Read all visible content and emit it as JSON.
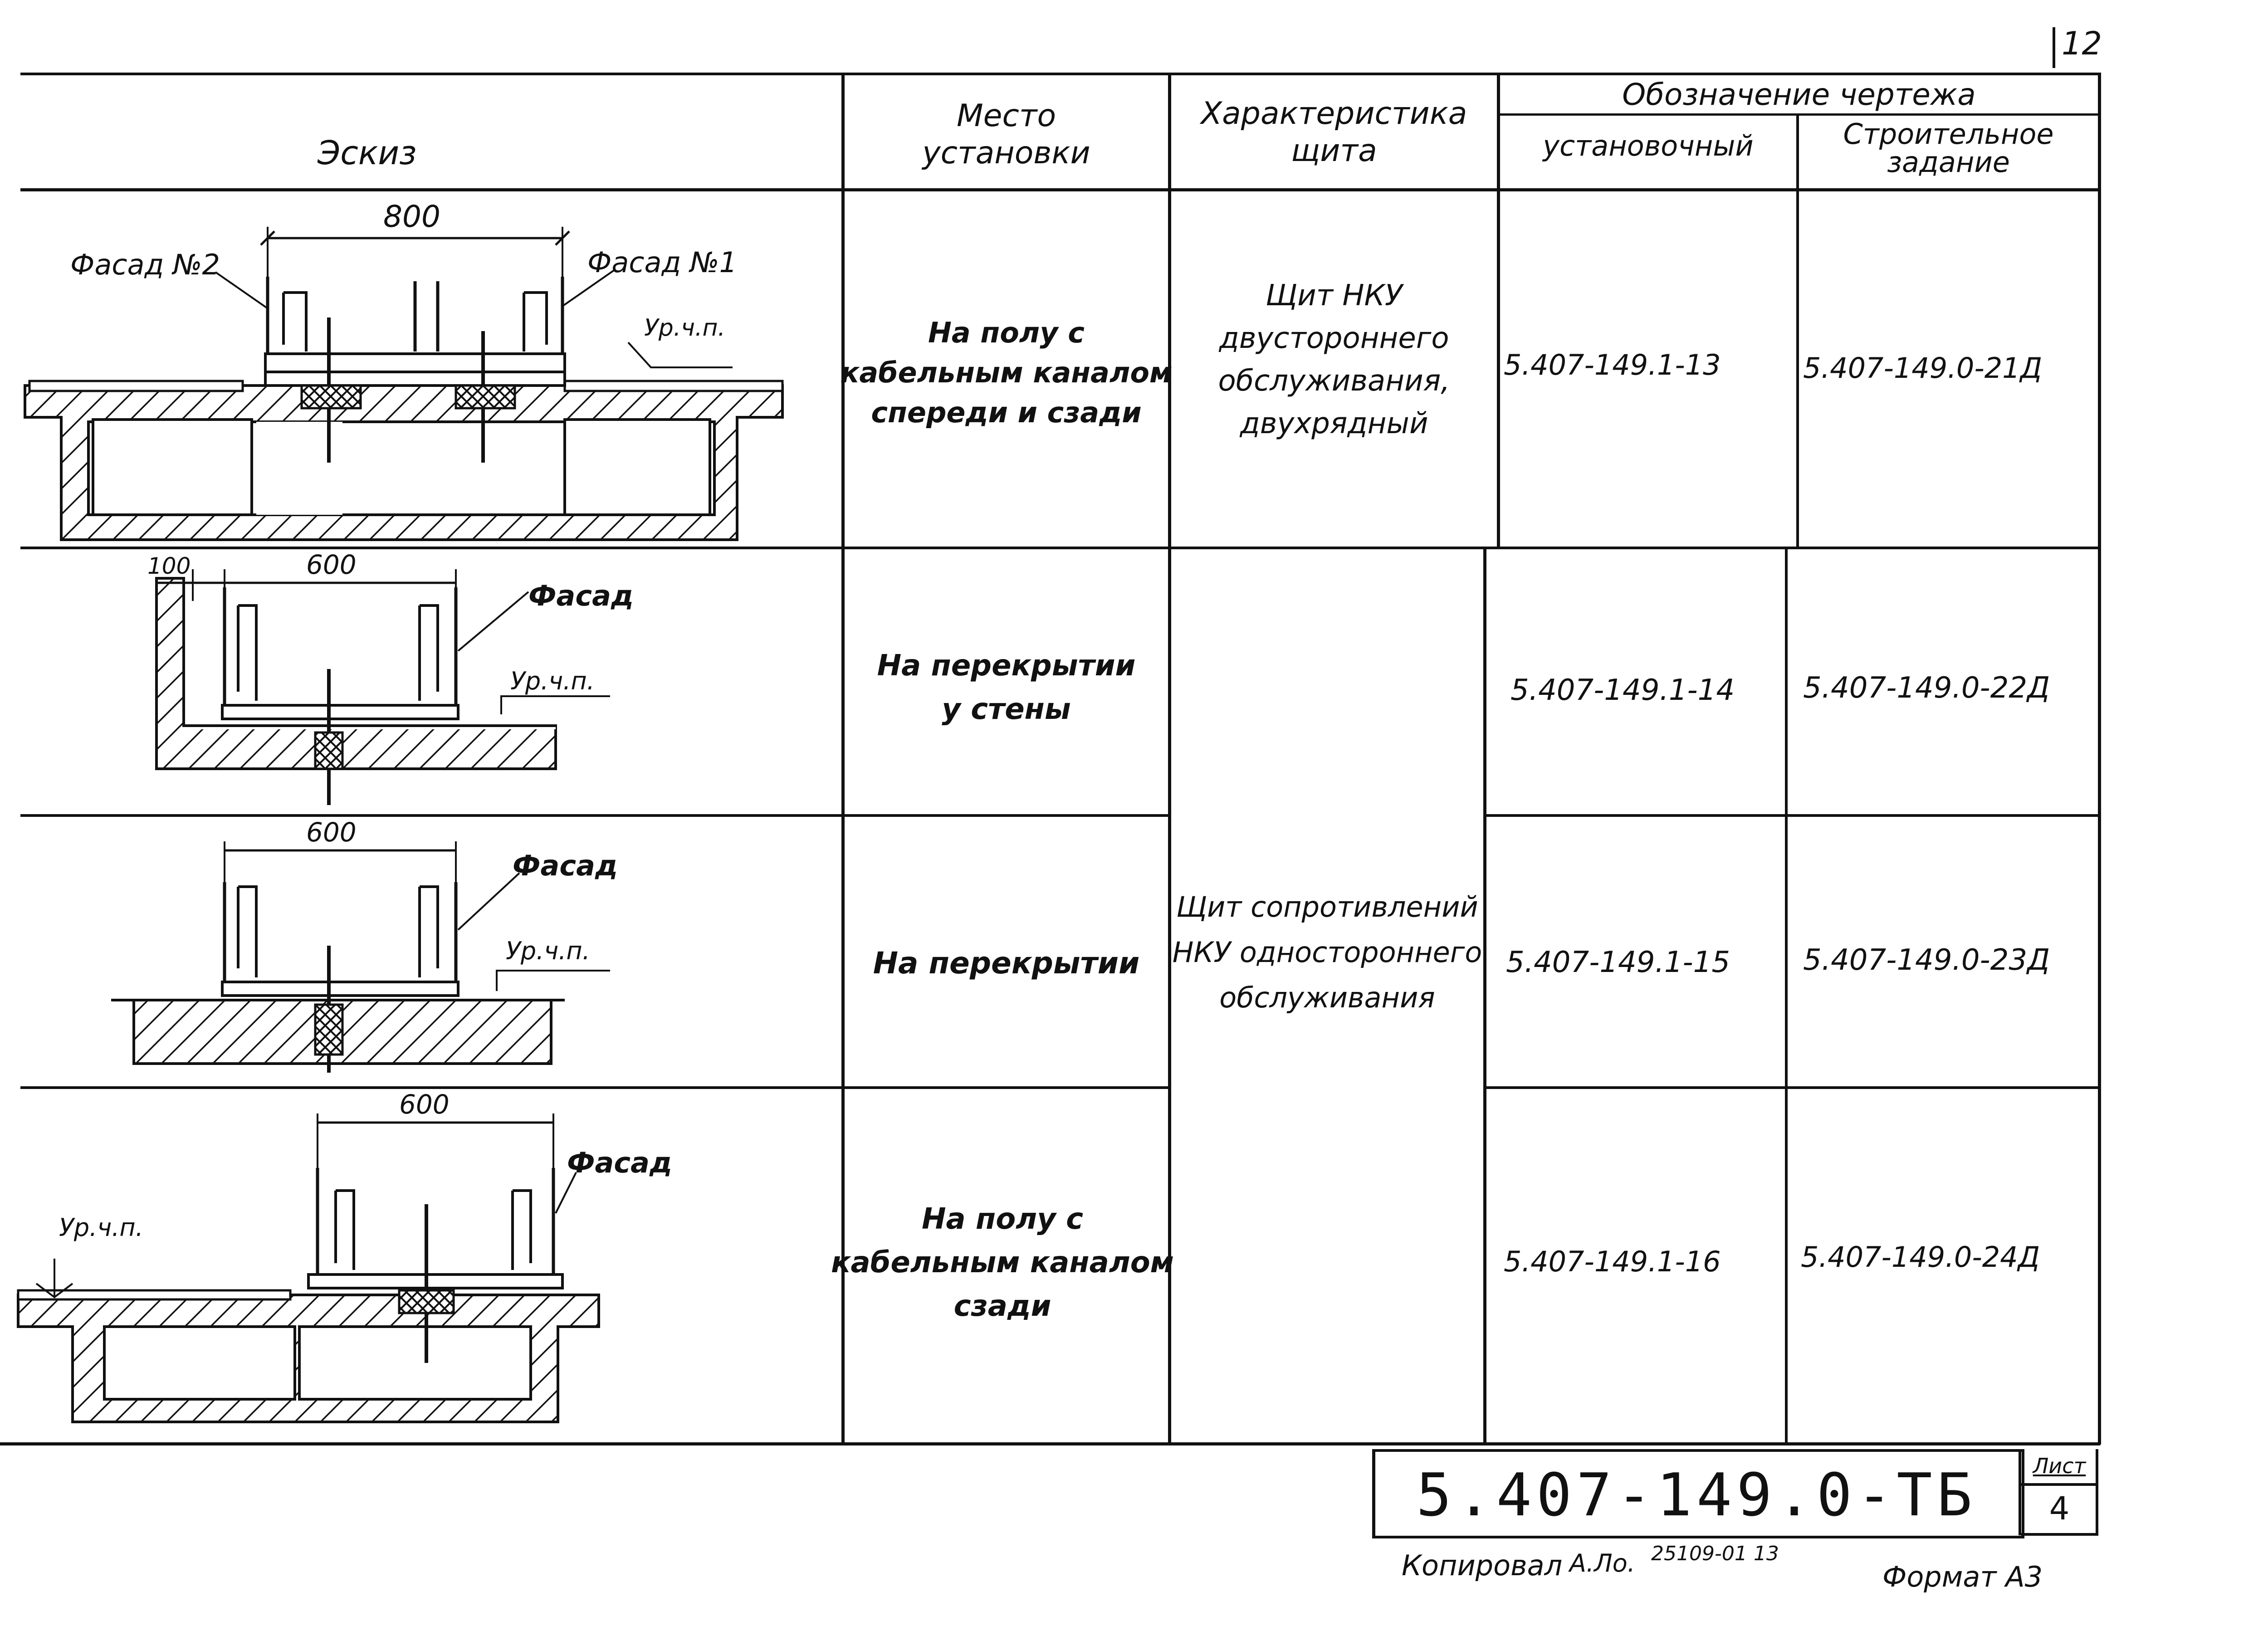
{
  "page_number": "12",
  "header": {
    "sketch": "Эскиз",
    "place": [
      "Место",
      "установки"
    ],
    "characteristic": [
      "Характеристика",
      "щита"
    ],
    "designation": "Обозначение чертежа",
    "installation": "установочный",
    "construction": [
      "Строительное",
      "задание"
    ]
  },
  "rows": [
    {
      "place": [
        "На полу с",
        "кабельным каналом",
        "спереди и сзади"
      ],
      "characteristic": [
        "Щит НКУ",
        "двустороннего",
        "обслуживания,",
        "двухрядный"
      ],
      "installation": "5.407-149.1-13",
      "construction": "5.407-149.0-21Д",
      "sketch": {
        "dim": "800",
        "facade_left": "Фасад №2",
        "facade_right": "Фасад №1",
        "level": "Ур.ч.п."
      }
    },
    {
      "place": [
        "На перекрытии",
        "у стены"
      ],
      "installation": "5.407-149.1-14",
      "construction": "5.407-149.0-22Д",
      "sketch": {
        "dim_small": "100",
        "dim": "600",
        "facade": "Фасад",
        "level": "Ур.ч.п."
      }
    },
    {
      "place": [
        "На перекрытии"
      ],
      "installation": "5.407-149.1-15",
      "construction": "5.407-149.0-23Д",
      "sketch": {
        "dim": "600",
        "facade": "Фасад",
        "level": "Ур.ч.п."
      }
    },
    {
      "place": [
        "На полу с",
        "кабельным каналом",
        "сзади"
      ],
      "installation": "5.407-149.1-16",
      "construction": "5.407-149.0-24Д",
      "sketch": {
        "dim": "600",
        "facade": "Фасад",
        "level": "Ур.ч.п."
      }
    }
  ],
  "merged_characteristic": [
    "Щит сопротивлений",
    "НКУ одностороннего",
    "обслуживания"
  ],
  "stamp": {
    "doc_code": "5.407-149.0-ТБ",
    "sheet_label": "Лист",
    "sheet_number": "4"
  },
  "footer": {
    "copied": "Копировал",
    "signature": "А.Ло.",
    "order_number": "25109-01 13",
    "format": "Формат А3"
  }
}
